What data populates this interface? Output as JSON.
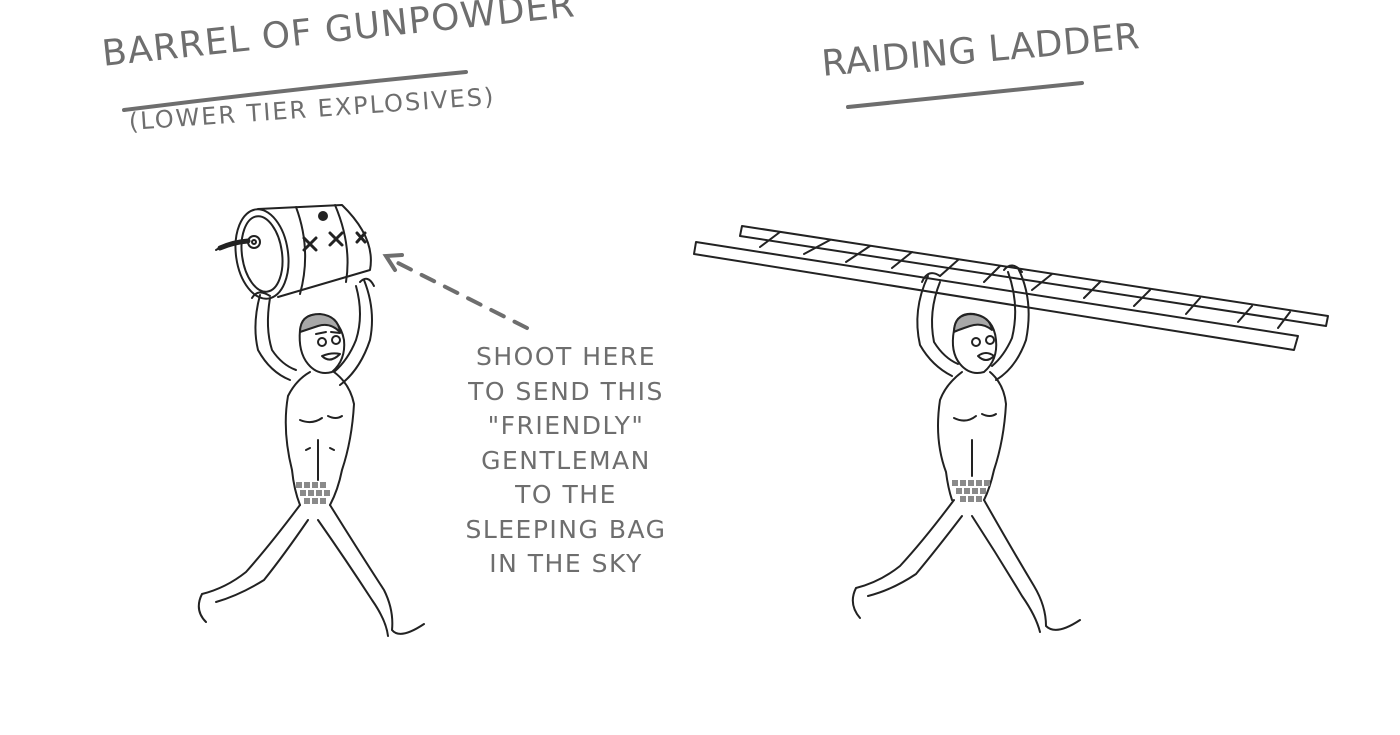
{
  "left_panel": {
    "title": "BARREL OF GUNPOWDER",
    "subtitle": "(LOWER TIER EXPLOSIVES)",
    "annotation_lines": [
      "SHOOT HERE",
      "TO SEND THIS",
      "\"FRIENDLY\"",
      "GENTLEMAN",
      "TO THE",
      "SLEEPING BAG",
      "IN THE SKY"
    ]
  },
  "right_panel": {
    "title": "RAIDING LADDER"
  },
  "colors": {
    "ink": "#222222",
    "caption": "#6e6e6e",
    "censor": "#8a8a8a",
    "hair": "#a8a8a8"
  }
}
